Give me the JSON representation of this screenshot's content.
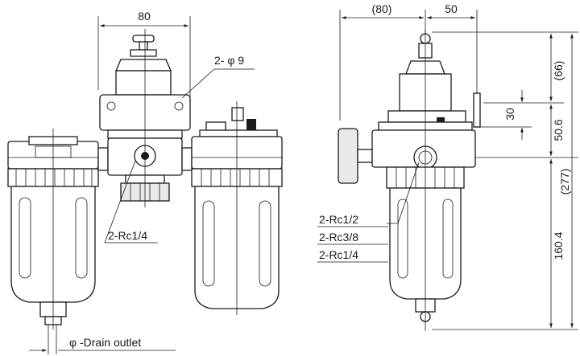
{
  "front_view": {
    "width_dim": "80",
    "mount_hole": "2- φ 9",
    "port": "2-Rc1/4",
    "drain": "φ -Drain outlet"
  },
  "side_view": {
    "depth_left": "(80)",
    "depth_right": "50",
    "height_top": "(66)",
    "height_mid": "30",
    "height_body": "50.6",
    "height_bowl": "160.4",
    "height_total": "(277)",
    "ports": [
      "2-Rc1/2",
      "2-Rc3/8",
      "2-Rc1/4"
    ]
  }
}
